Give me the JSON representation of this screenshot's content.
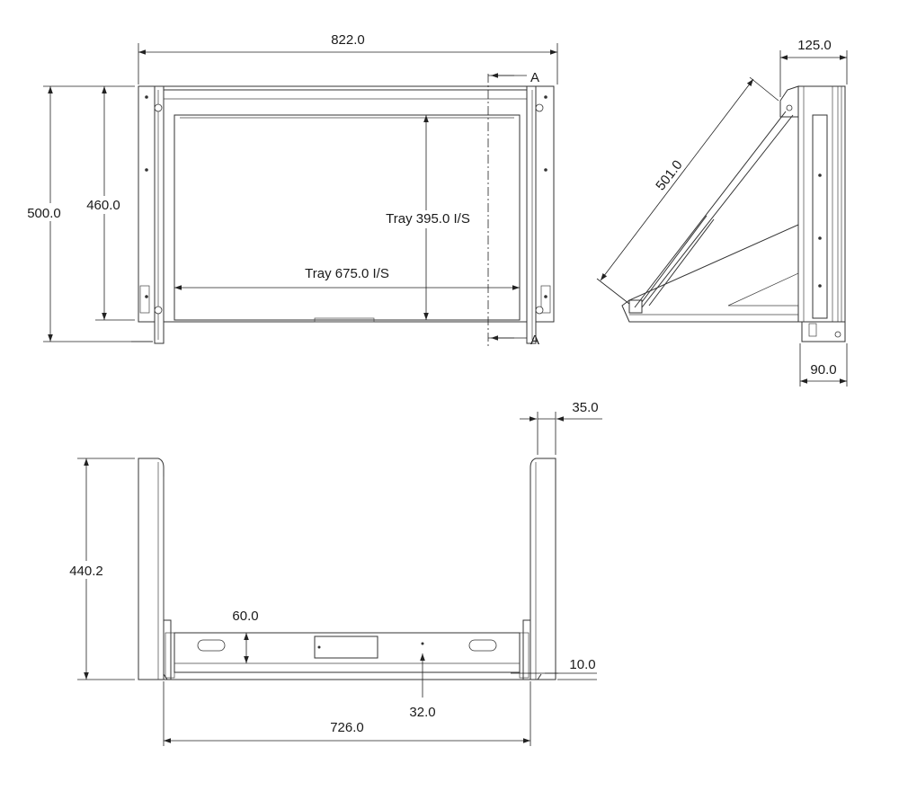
{
  "front_view": {
    "overall_width": "822.0",
    "overall_height": "500.0",
    "inner_height": "460.0",
    "tray_height_label": "Tray 395.0 I/S",
    "tray_width_label": "Tray 675.0 I/S",
    "section_mark_top": "A",
    "section_mark_bottom": "A"
  },
  "side_view": {
    "top_depth": "125.0",
    "diagonal_length": "501.0",
    "base_depth": "90.0"
  },
  "plan_view": {
    "height": "440.2",
    "flange_width": "35.0",
    "tray_depth": "60.0",
    "lip_height": "10.0",
    "tray_offset": "32.0",
    "inner_width": "726.0"
  },
  "colors": {
    "line": "#333333",
    "text": "#1a1a1a",
    "background": "#ffffff"
  }
}
